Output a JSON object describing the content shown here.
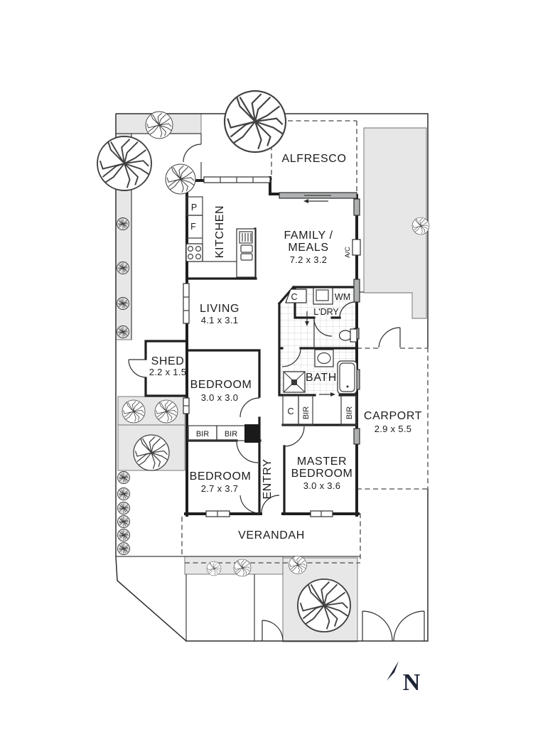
{
  "plan": {
    "rooms": {
      "alfresco": {
        "name": "ALFRESCO"
      },
      "kitchen": {
        "name": "KITCHEN"
      },
      "family_meals": {
        "name_line1": "FAMILY /",
        "name_line2": "MEALS",
        "dims": "7.2 x 3.2"
      },
      "living": {
        "name": "LIVING",
        "dims": "4.1 x 3.1"
      },
      "shed": {
        "name": "SHED",
        "dims": "2.2 x 1.5"
      },
      "bedroom_2": {
        "name": "BEDROOM",
        "dims": "3.0 x 3.0"
      },
      "bedroom_3": {
        "name": "BEDROOM",
        "dims": "2.7 x 3.7"
      },
      "master_bedroom": {
        "name_line1": "MASTER",
        "name_line2": "BEDROOM",
        "dims": "3.0 x 3.6"
      },
      "bath": {
        "name": "BATH"
      },
      "laundry": {
        "name": "L'DRY"
      },
      "entry": {
        "name": "ENTRY"
      },
      "carport": {
        "name": "CARPORT",
        "dims": "2.9 x 5.5"
      },
      "verandah": {
        "name": "VERANDAH"
      }
    },
    "fixtures": {
      "pantry": "P",
      "fridge": "F",
      "washing_machine": "WM",
      "cupboard": "C",
      "built_in_robe": "BIR",
      "air_conditioner": "A/C"
    },
    "compass": {
      "north_label": "N"
    },
    "colors": {
      "wall": "#1f1f1f",
      "paving_gray": "#e7e7e8",
      "window_gray": "#aeb0b2",
      "compass_navy": "#1d2435",
      "line": "#3d3d3d"
    }
  }
}
